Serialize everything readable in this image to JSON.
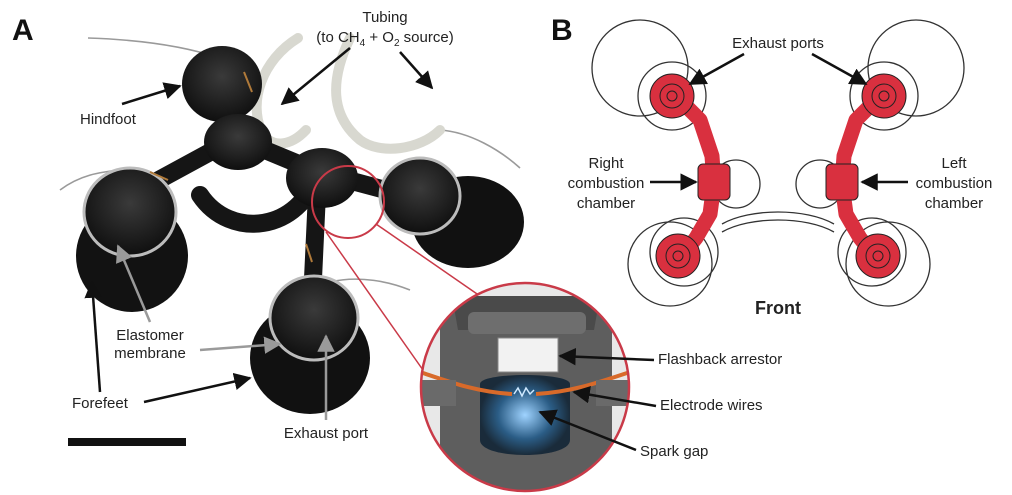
{
  "panels": {
    "a": "A",
    "b": "B"
  },
  "panel_a": {
    "tubing_line1": "Tubing",
    "tubing_line2_pre": "(to CH",
    "tubing_sub1": "4",
    "tubing_mid": " + O",
    "tubing_sub2": "2",
    "tubing_post": " source)",
    "hindfoot": "Hindfoot",
    "elastomer_line1": "Elastomer",
    "elastomer_line2": "membrane",
    "forefeet": "Forefeet",
    "exhaust_port": "Exhaust port"
  },
  "inset": {
    "flashback": "Flashback arrestor",
    "electrode": "Electrode wires",
    "spark_gap": "Spark gap"
  },
  "panel_b": {
    "exhaust_ports": "Exhaust ports",
    "right_line1": "Right",
    "right_line2": "combustion",
    "right_line3": "chamber",
    "left_line1": "Left",
    "left_line2": "combustion",
    "left_line3": "chamber",
    "front": "Front"
  },
  "colors": {
    "red_channel": "#d9303f",
    "robot_body": "#1c1c1c",
    "tubing": "#d8d8d0",
    "inset_ring": "#c93a48"
  }
}
